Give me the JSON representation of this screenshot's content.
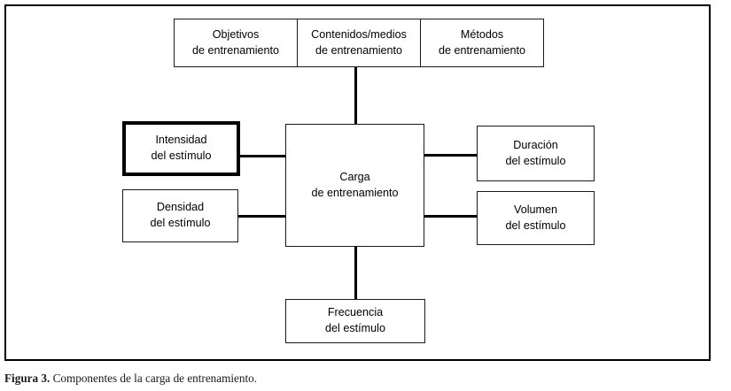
{
  "figure": {
    "caption_label": "Figura 3.",
    "caption_text": " Componentes de la carga de entrenamiento.",
    "frame_color": "#000000"
  },
  "diagram": {
    "type": "block-diagram",
    "top_row": [
      {
        "line1": "Objetivos",
        "line2": "de entrenamiento"
      },
      {
        "line1": "Contenidos/medios",
        "line2": "de entrenamiento"
      },
      {
        "line1": "Métodos",
        "line2": "de entrenamiento"
      }
    ],
    "center": {
      "line1": "Carga",
      "line2": "de entrenamiento"
    },
    "left": [
      {
        "line1": "Intensidad",
        "line2": "del estímulo",
        "emphasis": true
      },
      {
        "line1": "Densidad",
        "line2": "del estímulo",
        "emphasis": false
      }
    ],
    "right": [
      {
        "line1": "Duración",
        "line2": "del estímulo",
        "emphasis": false
      },
      {
        "line1": "Volumen",
        "line2": "del estímulo",
        "emphasis": false
      }
    ],
    "bottom": {
      "line1": "Frecuencia",
      "line2": "del estímulo"
    }
  }
}
